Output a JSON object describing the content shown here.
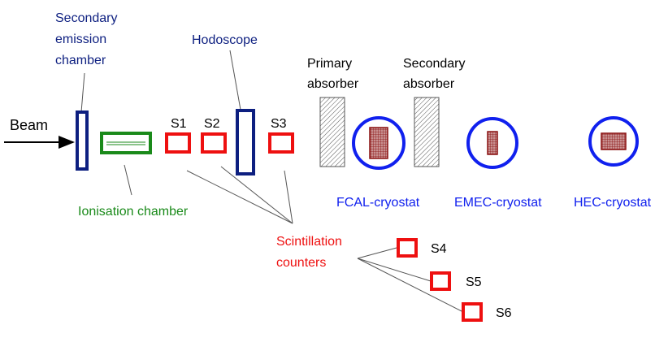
{
  "labels": {
    "sec_emission_1": "Secondary",
    "sec_emission_2": "emission",
    "sec_emission_3": "chamber",
    "hodoscope": "Hodoscope",
    "primary_absorber_1": "Primary",
    "primary_absorber_2": "absorber",
    "secondary_absorber_1": "Secondary",
    "secondary_absorber_2": "absorber",
    "beam": "Beam",
    "s1": "S1",
    "s2": "S2",
    "s3": "S3",
    "s4": "S4",
    "s5": "S5",
    "s6": "S6",
    "ionisation_chamber": "Ionisation chamber",
    "scintillation_1": "Scintillation",
    "scintillation_2": "counters",
    "fcal": "FCAL-cryostat",
    "emec": "EMEC-cryostat",
    "hec": "HEC-cryostat"
  },
  "colors": {
    "navy": "#0d1f80",
    "blue": "#1020ee",
    "green": "#1a8a1a",
    "red": "#ee1010",
    "darkred": "#8a1010",
    "black": "#000000"
  }
}
